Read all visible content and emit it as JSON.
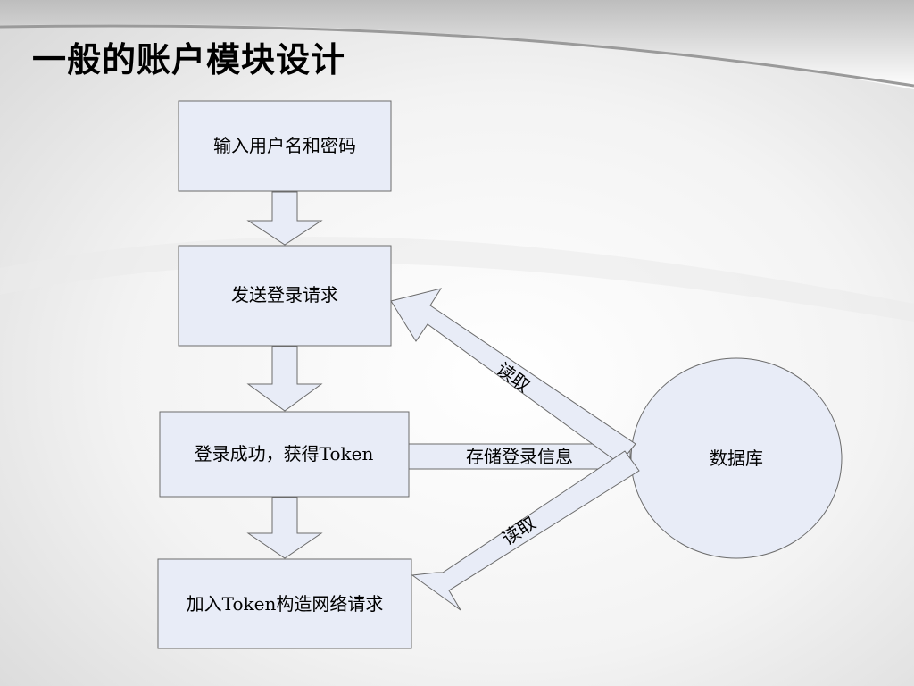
{
  "slide": {
    "title": "一般的账户模块设计"
  },
  "colors": {
    "box_fill": "#e8ecf7",
    "stroke": "#6b6b6b"
  },
  "flow": {
    "steps": [
      "输入用户名和密码",
      "发送登录请求",
      "登录成功，获得Token",
      "加入Token构造网络请求"
    ]
  },
  "database": {
    "label": "数据库"
  },
  "arrows": {
    "read_to_request": "读取",
    "store_login_info": "存储登录信息",
    "read_to_network": "读取"
  }
}
